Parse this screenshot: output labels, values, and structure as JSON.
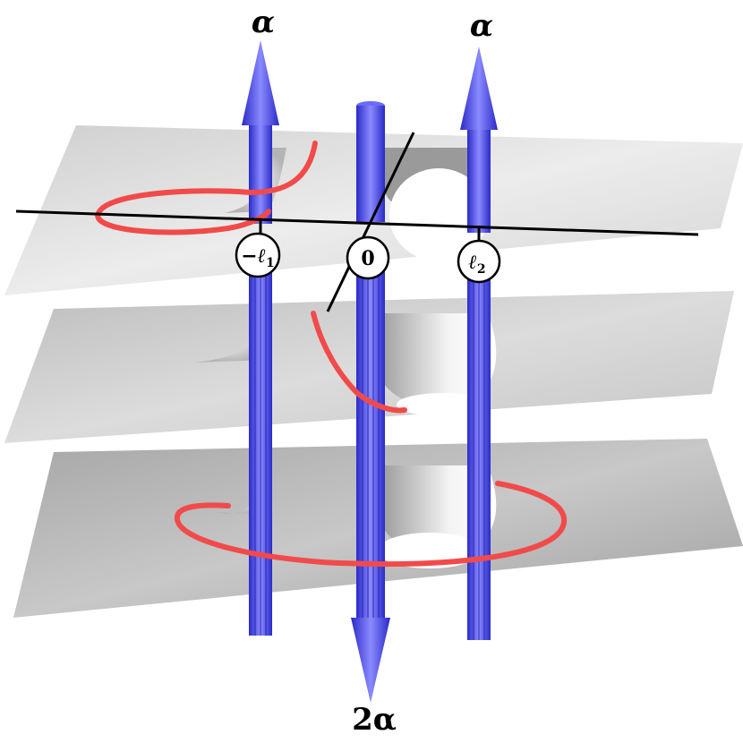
{
  "figure": {
    "arrow_labels": {
      "left_top": "α",
      "right_top": "α",
      "center_bottom": "2α"
    },
    "axis_markers": {
      "left": {
        "prefix": "−",
        "symbol": "ℓ",
        "subscript": "1"
      },
      "center": {
        "symbol": "0"
      },
      "right": {
        "symbol": "ℓ",
        "subscript": "2"
      }
    }
  },
  "colors": {
    "sheet_top": "#e0e0e0",
    "sheet_middle": "#d0d0d0",
    "sheet_bottom": "#b8b8b8",
    "vortex_tube": "#4f4fe8",
    "curve": "#f24a4a",
    "axis_line": "#000000"
  }
}
